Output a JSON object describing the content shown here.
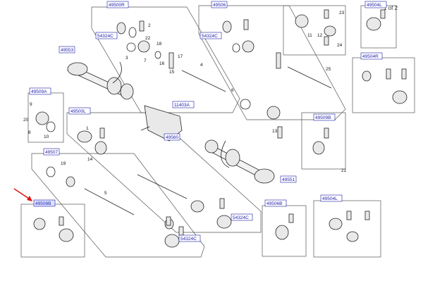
{
  "page_indicator": "1 of 2",
  "accent_color": "#1a1aa8",
  "arrow_color": "#e01010",
  "ref_labels": [
    "49500R",
    "49506",
    "49504R",
    "49504L",
    "49553",
    "49509A",
    "49500L",
    "49507",
    "49509B",
    "49560",
    "11403A",
    "49551",
    "49508B",
    "49506B",
    "49504L",
    "54324C",
    "54324C",
    "54324C",
    "54324C"
  ],
  "part_numbers": [
    "2",
    "22",
    "18",
    "16",
    "15",
    "17",
    "7",
    "4",
    "3",
    "19",
    "1",
    "5",
    "6",
    "8",
    "9",
    "10",
    "11",
    "12",
    "13",
    "14",
    "20",
    "21",
    "23",
    "24",
    "25"
  ]
}
